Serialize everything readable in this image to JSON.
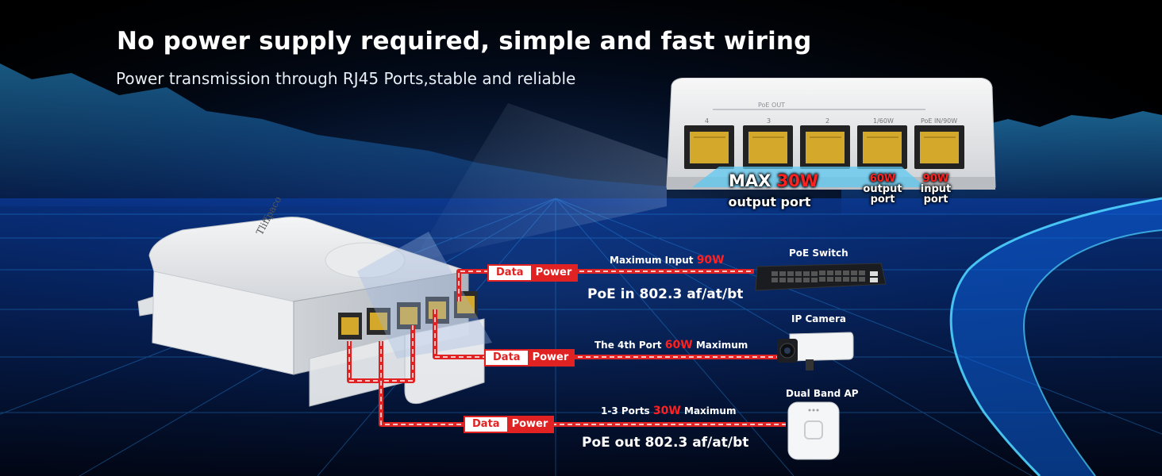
{
  "title": "No power supply required, simple and fast wiring",
  "subtitle": "Power transmission through RJ45 Ports,stable and reliable",
  "brand": "Tliffpaco",
  "top_device": {
    "header": "PoE OUT",
    "port_numbers": [
      "4",
      "3",
      "2",
      "1/60W",
      "PoE IN/90W"
    ],
    "labels": {
      "max_prefix": "MAX",
      "max_value": "30W",
      "max_suffix": "output port",
      "out60_value": "60W",
      "out60_line1": "output",
      "out60_line2": "port",
      "in90_value": "90W",
      "in90_line1": "input",
      "in90_line2": "port"
    }
  },
  "tag": {
    "data": "Data",
    "power": "Power"
  },
  "rows": [
    {
      "device": "PoE Switch",
      "line_prefix": "Maximum Input",
      "line_value": "90W",
      "line_suffix": "",
      "standard": "PoE in 802.3 af/at/bt"
    },
    {
      "device": "IP Camera",
      "line_prefix": "The 4th Port",
      "line_value": "60W",
      "line_suffix": "Maximum"
    },
    {
      "device": "Dual Band AP",
      "line_prefix": "1-3 Ports",
      "line_value": "30W",
      "line_suffix": "Maximum",
      "standard": "PoE out 802.3 af/at/bt"
    }
  ],
  "colors": {
    "accent": "#e02222",
    "background": "#000000",
    "grid": "#1a8cff"
  }
}
